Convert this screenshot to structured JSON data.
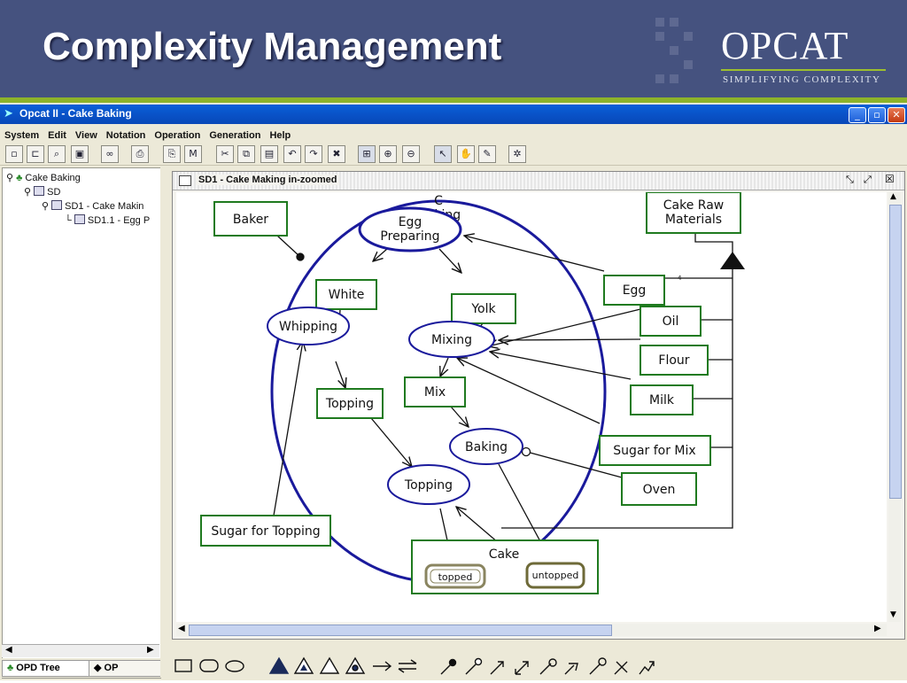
{
  "slide": {
    "title": "Complexity Management",
    "logo_text": "OPCAT",
    "logo_tagline": "SIMPLIFYING COMPLEXITY",
    "header_color": "#45527f",
    "accent_color": "#8db32a"
  },
  "window": {
    "title": "Opcat II - Cake Baking",
    "minimize": "_",
    "maximize": "▫",
    "close": "✕"
  },
  "menu": [
    "System",
    "Edit",
    "View",
    "Notation",
    "Operation",
    "Generation",
    "Help"
  ],
  "toolbar_icons": [
    "new-icon",
    "open-icon",
    "open-example-icon",
    "save-icon",
    "find-icon",
    "print-icon",
    "print-preview-icon",
    "report-icon",
    "cut-icon",
    "copy-icon",
    "paste-icon",
    "undo-icon",
    "redo-icon",
    "delete-icon",
    "zoom-fit-icon",
    "zoom-in-icon",
    "zoom-out-icon",
    "pointer-icon",
    "hand-icon",
    "pencil-icon",
    "animation-icon"
  ],
  "tree": {
    "root": "Cake Baking",
    "sd": "SD",
    "sd1": "SD1 - Cake Makin",
    "sd11": "SD1.1 - Egg P",
    "tab_opd_tree": "OPD Tree",
    "tab_other": "OP"
  },
  "opd": {
    "title": "SD1 - Cake Making in-zoomed",
    "process_outer": "Cake\nMaking",
    "objects": {
      "baker": "Baker",
      "cake_raw_materials": "Cake Raw\nMaterials",
      "white": "White",
      "yolk": "Yolk",
      "egg": "Egg",
      "oil": "Oil",
      "flour": "Flour",
      "milk": "Milk",
      "sugar_for_mix": "Sugar for Mix",
      "topping_obj": "Topping",
      "mix": "Mix",
      "oven": "Oven",
      "sugar_for_topping": "Sugar for Topping",
      "cake": "Cake"
    },
    "processes": {
      "egg_preparing": "Egg\nPreparing",
      "whipping": "Whipping",
      "mixing": "Mixing",
      "baking": "Baking",
      "topping_proc": "Topping"
    },
    "states": {
      "topped": "topped",
      "untopped": "untopped"
    },
    "link_label": "4"
  },
  "palette_icons": [
    "object-tool-icon",
    "process-tool-icon",
    "state-tool-icon",
    "aggregation-icon",
    "exhibition-icon",
    "generalization-icon",
    "instantiation-icon",
    "unidirectional-link-icon",
    "bidirectional-link-icon",
    "agent-link-icon",
    "instrument-link-icon",
    "consumption-link-icon",
    "result-link-icon",
    "effect-link-icon",
    "invocation-link-icon",
    "condition-link-icon",
    "exception-link-icon",
    "event-link-icon"
  ]
}
